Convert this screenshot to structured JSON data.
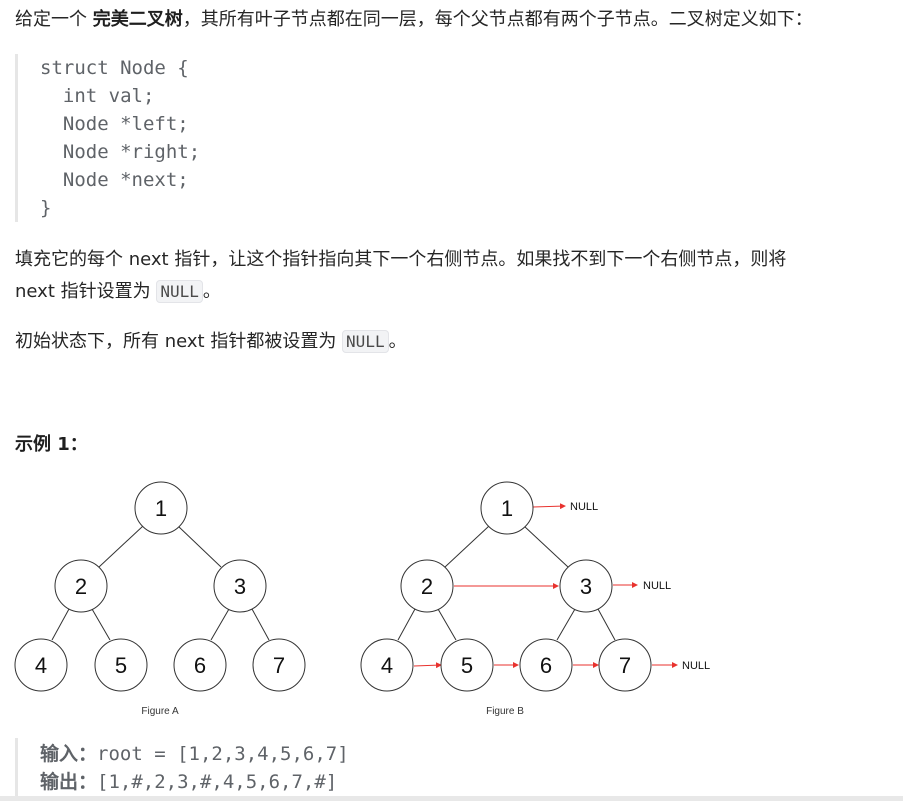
{
  "intro": {
    "prefix": "给定一个 ",
    "bold": "完美二叉树",
    "suffix": "，其所有叶子节点都在同一层，每个父节点都有两个子节点。二叉树定义如下："
  },
  "code_lines": [
    "struct Node {",
    "  int val;",
    "  Node *left;",
    "  Node *right;",
    "  Node *next;",
    "}"
  ],
  "para2": {
    "line1": "填充它的每个 next 指针，让这个指针指向其下一个右侧节点。如果找不到下一个右侧节点，则将",
    "line2_prefix": "next 指针设置为 ",
    "code": "NULL",
    "line2_suffix": "。"
  },
  "para3": {
    "prefix": "初始状态下，所有 next 指针都被设置为 ",
    "code": "NULL",
    "suffix": "。"
  },
  "example_title": "示例 1：",
  "figure_a": {
    "caption": "Figure A",
    "nodes": [
      "1",
      "2",
      "3",
      "4",
      "5",
      "6",
      "7"
    ]
  },
  "figure_b": {
    "caption": "Figure B",
    "nodes": [
      "1",
      "2",
      "3",
      "4",
      "5",
      "6",
      "7"
    ],
    "null_labels": [
      "NULL",
      "NULL",
      "NULL"
    ],
    "arrow_color": "#e8322e"
  },
  "io": {
    "input_label": "输入：",
    "input_value": "root = [1,2,3,4,5,6,7]",
    "output_label": "输出：",
    "output_value": "[1,#,2,3,#,4,5,6,7,#]"
  }
}
